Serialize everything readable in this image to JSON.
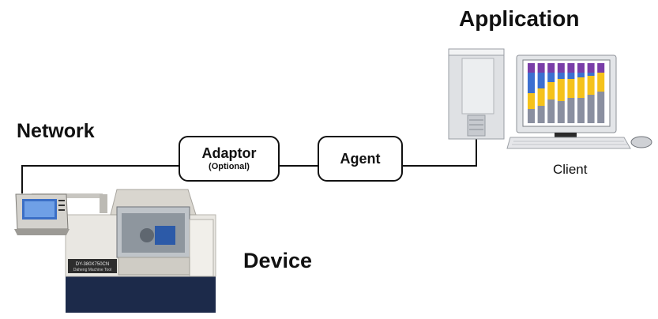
{
  "labels": {
    "application": "Application",
    "network": "Network",
    "device": "Device",
    "client": "Client"
  },
  "nodes": {
    "adaptor": {
      "label": "Adaptor",
      "sublabel": "(Optional)"
    },
    "agent": {
      "label": "Agent"
    }
  },
  "machine_plate": {
    "line1": "DY-380X750CN",
    "line2": "Daheng Machine Tool"
  },
  "monitor_chart": {
    "columns": 8,
    "colors": {
      "top": "#7a3ea8",
      "blue": "#3c6fd0",
      "yellow": "#f5c21b",
      "gray": "#8a8fa0"
    }
  },
  "colors": {
    "line": "#111111",
    "machine_body": "#e9e7e2",
    "machine_base": "#1c2a4a"
  }
}
